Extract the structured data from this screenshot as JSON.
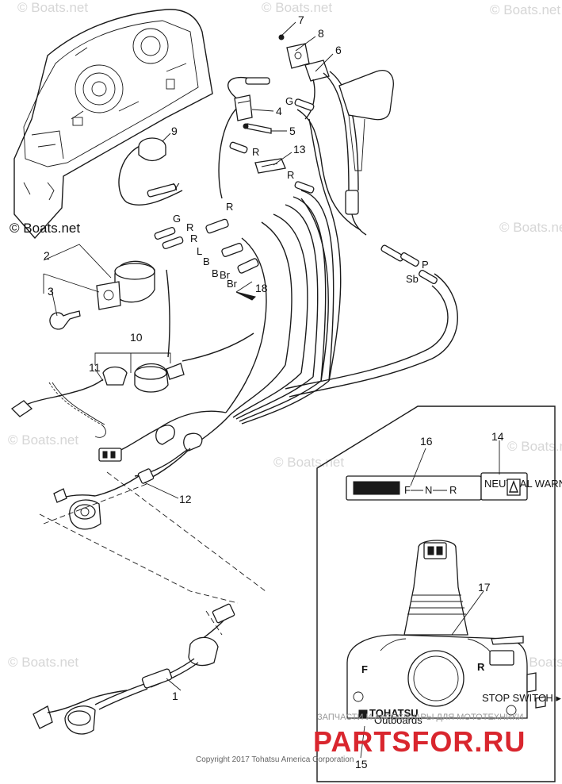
{
  "watermark": "© Boats.net",
  "callouts": {
    "p1": "1",
    "p2": "2",
    "p3": "3",
    "p4": "4",
    "p5": "5",
    "p6": "6",
    "p7": "7",
    "p8": "8",
    "p9": "9",
    "p10": "10",
    "p11": "11",
    "p12": "12",
    "p13": "13",
    "p14": "14",
    "p15": "15",
    "p16": "16",
    "p17": "17",
    "p18": "18"
  },
  "wire_labels": {
    "g_top": "G",
    "r_1": "R",
    "r_2": "R",
    "y": "Y",
    "g_mid": "G",
    "r_3": "R",
    "r_4": "R",
    "r_5": "R",
    "l": "L",
    "b_1": "B",
    "b_2": "B",
    "br_1": "Br",
    "br_2": "Br",
    "p": "P",
    "sb": "Sb"
  },
  "inset": {
    "gauge_letters": {
      "f": "F",
      "n": "N",
      "r": "R"
    },
    "switch_text": "NEUTRAL\nWARNING",
    "box_f": "F",
    "box_r": "R",
    "stop_switch": "STOP SWITCH ▸",
    "brand": "TOHATSU",
    "brand_sub": "Outboards"
  },
  "copyright": "Copyright 2017 Tohatsu America Corporation",
  "partner_overlay": {
    "tagline": "ЗАПЧАСТИ И АКСЕССУАРЫ ДЛЯ МОТОТЕХНИКИ",
    "logo": "PARTSFOR.RU"
  },
  "colors": {
    "overlay_red": "#d9262e",
    "watermark": "#d6d6d6",
    "line": "#1a1a1a"
  }
}
